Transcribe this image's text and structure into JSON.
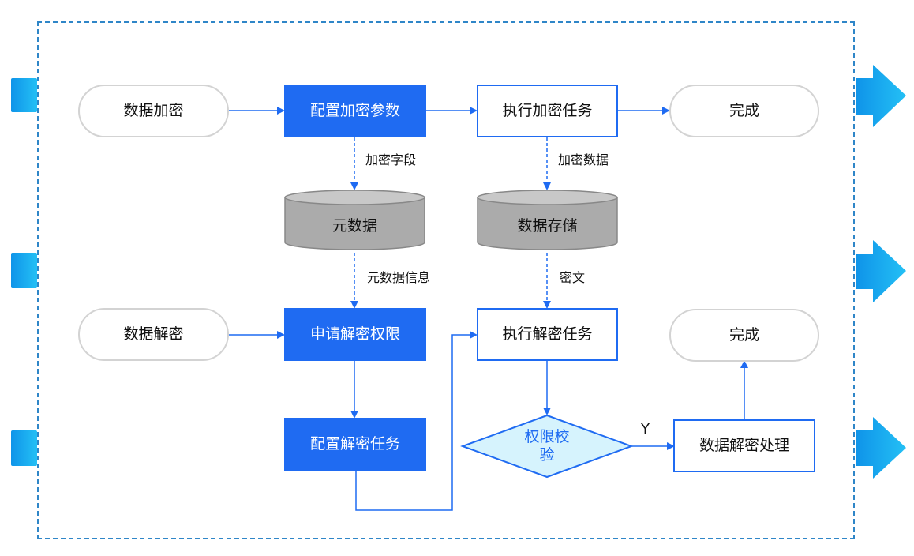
{
  "nodes": {
    "encrypt_start": "数据加密",
    "config_encrypt_params": "配置加密参数",
    "exec_encrypt_task": "执行加密任务",
    "done_top": "完成",
    "metadata": "元数据",
    "data_storage": "数据存储",
    "decrypt_start": "数据解密",
    "apply_decrypt_permission": "申请解密权限",
    "exec_decrypt_task": "执行解密任务",
    "done_bottom": "完成",
    "config_decrypt_task": "配置解密任务",
    "permission_check": "权限校\n验",
    "decrypt_processing": "数据解密处理"
  },
  "edge_labels": {
    "encrypt_fields": "加密字段",
    "encrypted_data": "加密数据",
    "metadata_info": "元数据信息",
    "ciphertext": "密文",
    "yes": "Y"
  },
  "colors": {
    "primary_blue": "#1f6bf2",
    "frame_border": "#2f86c8",
    "database_gray": "#ababab",
    "diamond_fill": "#d6f3fd",
    "side_arrow": "#17a9ee"
  }
}
